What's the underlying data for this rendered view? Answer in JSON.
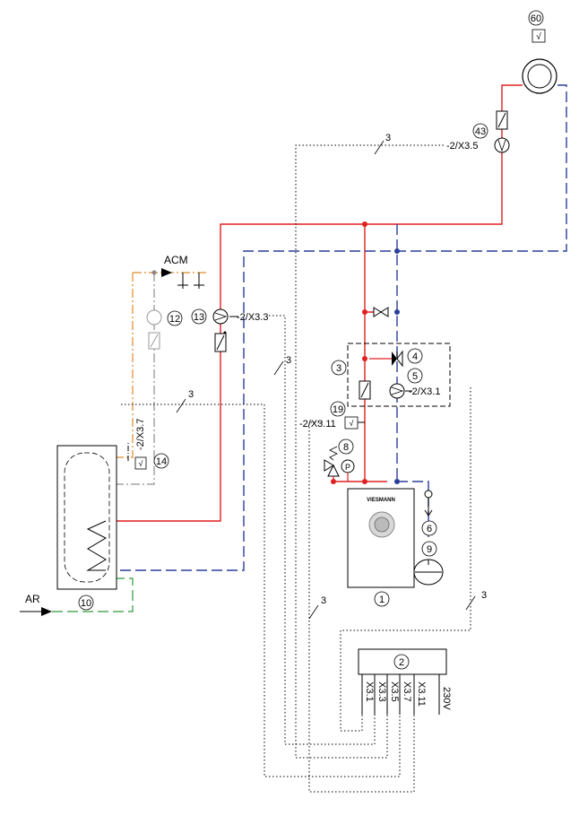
{
  "labels": {
    "acm": "ACM",
    "ar": "AR",
    "boiler_brand": "VIESMANN",
    "x35_top": "-2/X3.5",
    "x33": "-2/X3.3",
    "x31": "-2/X3.1",
    "x311": "-2/X3.11",
    "x37": "-2/X3.7",
    "line3_a": "3",
    "line3_b": "3",
    "line3_c": "3",
    "line3_d": "3",
    "line3_e": "3",
    "ctrl_x31": "X3.1",
    "ctrl_x33": "X3.3",
    "ctrl_x35": "X3.5",
    "ctrl_x37": "X3.7",
    "ctrl_x311": "X3.11",
    "ctrl_230v": "230V"
  },
  "components": {
    "c1": "1",
    "c2": "2",
    "c3": "3",
    "c4": "4",
    "c5": "5",
    "c6": "6",
    "c8": "8",
    "c9": "9",
    "c10": "10",
    "c12": "12",
    "c13": "13",
    "c14": "14",
    "c19": "19",
    "c43": "43",
    "c60": "60"
  },
  "colors": {
    "flow": "#e02020",
    "return": "#2b3f9a",
    "dhw": "#e08a2a",
    "cold": "#2e9a3a",
    "signal": "#000000"
  }
}
